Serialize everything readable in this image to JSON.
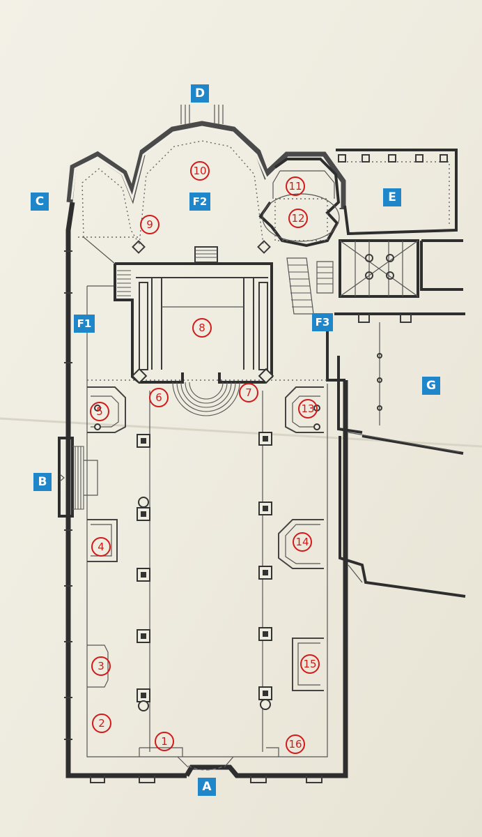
{
  "plan": {
    "letter_labels": [
      {
        "id": "A",
        "text": "A"
      },
      {
        "id": "B",
        "text": "B"
      },
      {
        "id": "C",
        "text": "C"
      },
      {
        "id": "D",
        "text": "D"
      },
      {
        "id": "E",
        "text": "E"
      },
      {
        "id": "F1",
        "text": "F1"
      },
      {
        "id": "F2",
        "text": "F2"
      },
      {
        "id": "F3",
        "text": "F3"
      },
      {
        "id": "G",
        "text": "G"
      }
    ],
    "number_labels": [
      {
        "id": "n1",
        "text": "1"
      },
      {
        "id": "n2",
        "text": "2"
      },
      {
        "id": "n3",
        "text": "3"
      },
      {
        "id": "n4",
        "text": "4"
      },
      {
        "id": "n5",
        "text": "5"
      },
      {
        "id": "n6",
        "text": "6"
      },
      {
        "id": "n7",
        "text": "7"
      },
      {
        "id": "n8",
        "text": "8"
      },
      {
        "id": "n9",
        "text": "9"
      },
      {
        "id": "n10",
        "text": "10"
      },
      {
        "id": "n11",
        "text": "11"
      },
      {
        "id": "n12",
        "text": "12"
      },
      {
        "id": "n13",
        "text": "13"
      },
      {
        "id": "n14",
        "text": "14"
      },
      {
        "id": "n15",
        "text": "15"
      },
      {
        "id": "n16",
        "text": "16"
      }
    ],
    "colors": {
      "label_blue": "#1f86c9",
      "number_red": "#d11a1a",
      "wall": "#2e2e2e",
      "paper": "#efece0"
    }
  }
}
